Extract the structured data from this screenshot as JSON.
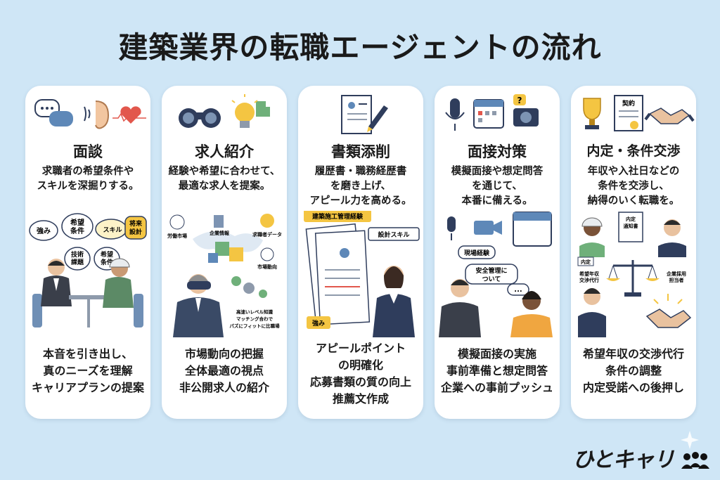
{
  "title": "建築業界の転職エージェントの流れ",
  "cards": [
    {
      "heading": "面談",
      "description": [
        "求職者の希望条件や",
        "スキルを深掘りする。"
      ],
      "bubbles": [
        "強み",
        "希望条件",
        "スキル",
        "将来設計",
        "技術課題",
        "希望条件"
      ],
      "points": [
        "本音を引き出し、",
        "真のニーズを理解",
        "キャリアプランの提案"
      ]
    },
    {
      "heading": "求人紹介",
      "description": [
        "経験や希望に合わせて、",
        "最適な求人を提案。"
      ],
      "labels": [
        "労働市場",
        "企業情報",
        "求職者データ",
        "市場動向",
        "高速いレベル知識",
        "マッチング合わで",
        "パズにフィットに比職場"
      ],
      "points": [
        "市場動向の把握",
        "全体最適の視点",
        "非公開求人の紹介"
      ]
    },
    {
      "heading": "書類添削",
      "description": [
        "履歴書・職務経歴書",
        "を磨き上げ、",
        "アピール力を高める。"
      ],
      "tags": [
        "建築施工管理経験",
        "設計スキル",
        "強み"
      ],
      "points": [
        "アピールポイント",
        "の明確化",
        "応募書類の質の向上",
        "推薦文作成"
      ]
    },
    {
      "heading": "面接対策",
      "description": [
        "模擬面接や想定問答",
        "を通じて、",
        "本番に備える。"
      ],
      "bubbles": [
        "現場経験",
        "安全管理について",
        "..."
      ],
      "points": [
        "模擬面接の実施",
        "事前準備と想定問答",
        "企業への事前プッシュ"
      ]
    },
    {
      "heading": "内定・条件交渉",
      "description": [
        "年収や入社日などの",
        "条件を交渉し、",
        "納得のいく転職を。"
      ],
      "labels": [
        "契約",
        "内定通知書",
        "内定",
        "希望年収交渉代行",
        "企業採用担当者"
      ],
      "points": [
        "希望年収の交渉代行",
        "条件の調整",
        "内定受諾への後押し"
      ]
    }
  ],
  "logo": "ひとキャリ",
  "colors": {
    "background": "#cfe6f6",
    "card": "#ffffff",
    "accent_yellow": "#f4c542",
    "accent_navy": "#2f3d5c"
  }
}
